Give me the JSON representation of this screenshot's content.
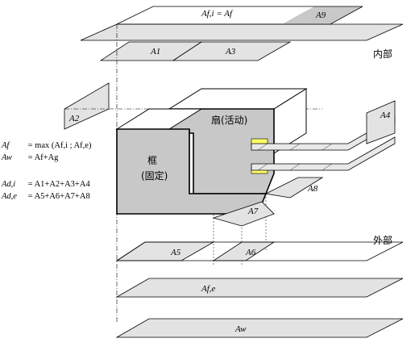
{
  "labels": {
    "a_fi_eq_af": "Af,i = Af",
    "a9": "A9",
    "a1": "A1",
    "a3": "A3",
    "interior": "内部",
    "a2": "A2",
    "a4": "A4",
    "sash": "扇(活动)",
    "frame_line1": "框",
    "frame_line2": "(固定)",
    "a8": "A8",
    "a7": "A7",
    "exterior": "外部",
    "a5": "A5",
    "a6": "A6",
    "a_fe": "Af,e",
    "a_w": "Aw"
  },
  "formulas": [
    {
      "lhs": "Af",
      "rhs": "= max (Af,i ; Af,e)"
    },
    {
      "lhs": "Aw",
      "rhs": "= Af+Ag"
    },
    {
      "lhs": "Ad,i",
      "rhs": "= A1+A2+A3+A4"
    },
    {
      "lhs": "Ad,e",
      "rhs": "= A5+A6+A7+A8"
    }
  ],
  "colors": {
    "plane_fill": "#d9d9d9",
    "profile_fill": "#c8c8c8",
    "gasket": "#ffff66",
    "line": "#000000"
  }
}
